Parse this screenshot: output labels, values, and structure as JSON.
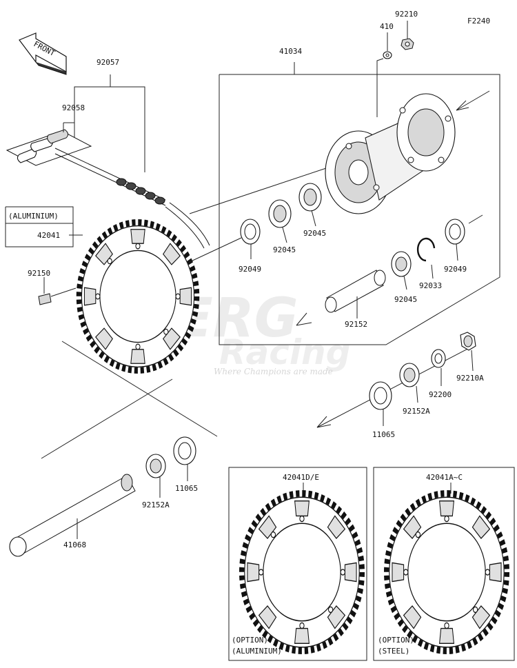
{
  "diagram_code": "F2240",
  "front_label": "FRONT",
  "watermark": {
    "brand": "BERG",
    "sub": "Racing",
    "tagline": "Where Champions are made"
  },
  "parts": {
    "p92210": "92210",
    "p410": "410",
    "p41034": "41034",
    "p92057": "92057",
    "p92058": "92058",
    "aluminium_note": "(ALUMINIUM)",
    "p42041": "42041",
    "p92150": "92150",
    "p92045_a": "92045",
    "p92045_b": "92045",
    "p92045_c": "92045",
    "p92049_a": "92049",
    "p92049_b": "92049",
    "p92033": "92033",
    "p92152": "92152",
    "p92210A": "92210A",
    "p92200": "92200",
    "p92152A_a": "92152A",
    "p11065_a": "11065",
    "p11065_b": "11065",
    "p92152A_b": "92152A",
    "p41068": "41068",
    "p42041DE": "42041D/E",
    "p42041AC": "42041A~C"
  },
  "options": {
    "left_line1": "(OPTION)",
    "left_line2": "(ALUMINIUM)",
    "right_line1": "(OPTION)",
    "right_line2": "(STEEL)"
  }
}
